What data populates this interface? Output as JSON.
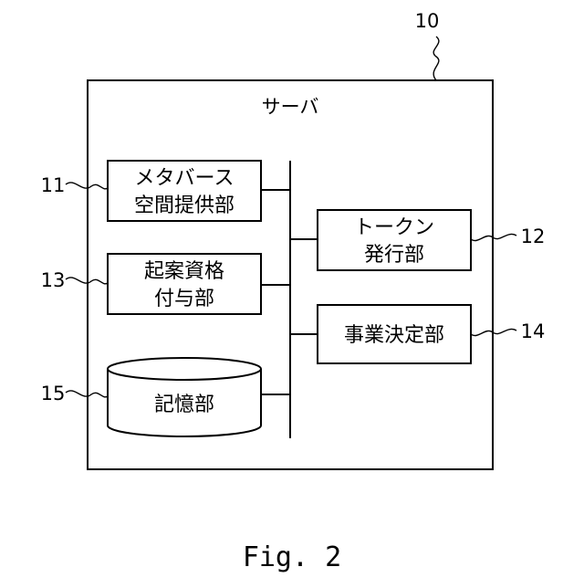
{
  "system_ref": "10",
  "server_label": "サーバ",
  "components": {
    "metaverse": {
      "ref": "11",
      "line1": "メタバース",
      "line2": "空間提供部"
    },
    "token": {
      "ref": "12",
      "line1": "トークン",
      "line2": "発行部"
    },
    "proposal": {
      "ref": "13",
      "line1": "起案資格",
      "line2": "付与部"
    },
    "business": {
      "ref": "14",
      "line1": "事業決定部"
    },
    "storage": {
      "ref": "15",
      "line1": "記憶部"
    }
  },
  "figure_caption": "Fig. 2"
}
